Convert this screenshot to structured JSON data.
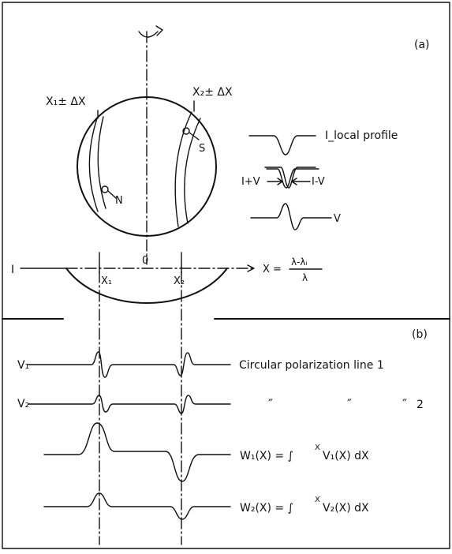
{
  "panel_a": {
    "label": "(a)",
    "band_left_label": "X₁± ΔX",
    "band_right_label": "X₂± ΔX",
    "point_N": "N",
    "point_S": "S",
    "local_profile_label": "I_local profile",
    "i_plus_v": "I+V",
    "i_minus_v": "I-V",
    "v_label": "V",
    "axis_I": "I",
    "axis_zero": "0",
    "x1_tick": "X₁",
    "x2_tick": "X₂",
    "x_def_lhs": "X =",
    "x_def_num": "λ-λᵢ",
    "x_def_den": "λ"
  },
  "panel_b": {
    "label": "(b)",
    "v1_label": "V₁",
    "v2_label": "V₂",
    "line1_text": "Circular polarization line 1",
    "ditto1": "″",
    "ditto2": "″",
    "ditto3": "″",
    "line2_number": "2",
    "w1_lhs": "W₁(X) = ∫",
    "w1_sup": "X",
    "w1_rhs": "V₁(X) dX",
    "w2_lhs": "W₂(X) = ∫",
    "w2_sup": "X",
    "w2_rhs": "V₂(X) dX"
  }
}
